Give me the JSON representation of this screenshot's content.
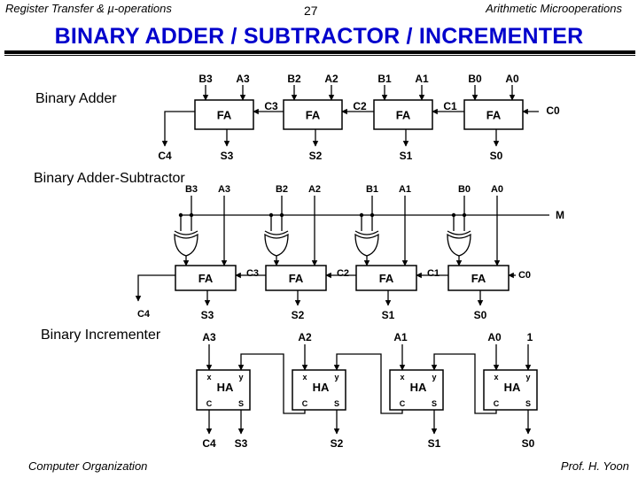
{
  "header": {
    "left": "Register Transfer & µ-operations",
    "page": "27",
    "right": "Arithmetic Microoperations"
  },
  "title": "BINARY  ADDER / SUBTRACTOR / INCREMENTER",
  "sections": {
    "adder": "Binary Adder",
    "addsub": "Binary Adder-Subtractor",
    "incrementer": "Binary Incrementer"
  },
  "adder": {
    "block": "FA",
    "inputs_b": [
      "B3",
      "B2",
      "B1",
      "B0"
    ],
    "inputs_a": [
      "A3",
      "A2",
      "A1",
      "A0"
    ],
    "carries": [
      "C3",
      "C2",
      "C1",
      "C0"
    ],
    "carry_out": "C4",
    "sums": [
      "S3",
      "S2",
      "S1",
      "S0"
    ]
  },
  "addsub": {
    "block": "FA",
    "mode": "M",
    "inputs_b": [
      "B3",
      "B2",
      "B1",
      "B0"
    ],
    "inputs_a": [
      "A3",
      "A2",
      "A1",
      "A0"
    ],
    "carries": [
      "C3",
      "C2",
      "C1",
      "C0"
    ],
    "carry_out": "C4",
    "sums": [
      "S3",
      "S2",
      "S1",
      "S0"
    ]
  },
  "incrementer": {
    "block": "HA",
    "port_x": "x",
    "port_y": "y",
    "port_c": "C",
    "port_s": "S",
    "inputs_a": [
      "A3",
      "A2",
      "A1",
      "A0"
    ],
    "constant": "1",
    "carry_out": "C4",
    "sums": [
      "S3",
      "S2",
      "S1",
      "S0"
    ]
  },
  "footer": {
    "left": "Computer Organization",
    "right": "Prof.  H. Yoon"
  }
}
